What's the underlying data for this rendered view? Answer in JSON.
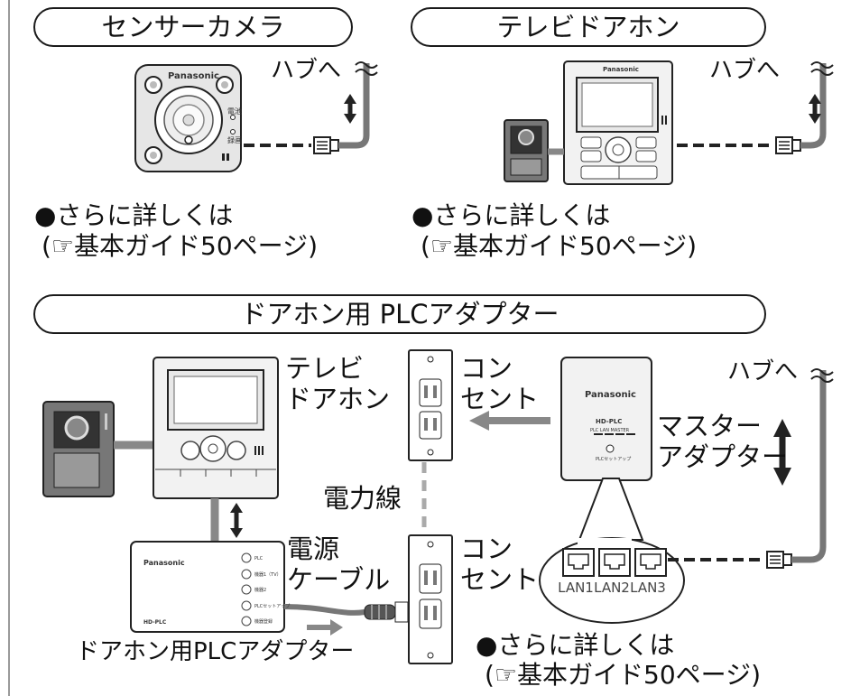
{
  "colors": {
    "cable": "#777777",
    "dash": "#222222",
    "arrow": "#888888",
    "outline": "#1a1a1a",
    "device_fill": "#f2f2f2"
  },
  "sections": {
    "sensor_camera": {
      "title": "センサーカメラ",
      "hub_label": "ハブへ",
      "brand": "Panasonic",
      "indicator_1": "電池",
      "indicator_2": "録画",
      "note_1": "●さらに詳しくは",
      "note_2": "(☞基本ガイド50ページ)"
    },
    "tv_doorphone": {
      "title": "テレビドアホン",
      "hub_label": "ハブへ",
      "brand": "Panasonic",
      "note_1": "●さらに詳しくは",
      "note_2": "(☞基本ガイド50ページ)"
    },
    "plc": {
      "title": "ドアホン用 PLCアダプター",
      "tv_doorphone_label_1": "テレビ",
      "tv_doorphone_label_2": "ドアホン",
      "outlet_label_1": "コン",
      "outlet_label_2": "セント",
      "power_line_label": "電力線",
      "master_label_1": "マスター",
      "master_label_2": "アダプター",
      "hub_label": "ハブへ",
      "power_cable_label_1": "電源",
      "power_cable_label_2": "ケーブル",
      "adapter_caption": "ドアホン用PLCアダプター",
      "master_brand": "Panasonic",
      "master_model": "HD-PLC",
      "master_led_labels": "PLC  LAN  MASTER",
      "master_setup": "PLCセットアップ",
      "adapter_brand": "Panasonic",
      "adapter_model": "HD-PLC",
      "adapter_indicators": [
        "PLC",
        "機器1（TV）",
        "機器2",
        "PLCセットアップ",
        "機器登録"
      ],
      "lan_ports": [
        "LAN1",
        "LAN2",
        "LAN3"
      ],
      "note_1": "●さらに詳しくは",
      "note_2": "(☞基本ガイド50ページ)"
    }
  }
}
